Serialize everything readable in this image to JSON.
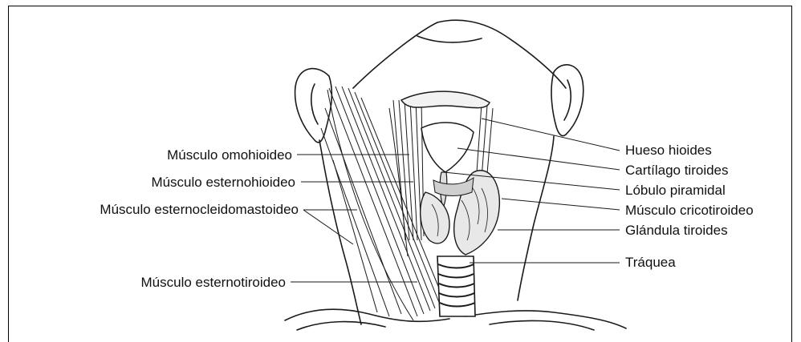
{
  "labels_left": [
    {
      "id": "omohioideo",
      "text": "Músculo omohioideo"
    },
    {
      "id": "esternohioideo",
      "text": "Músculo esternohioideo"
    },
    {
      "id": "esternocleidomastoideo",
      "text": "Músculo esternocleidomastoideo"
    },
    {
      "id": "esternotiroideo",
      "text": "Músculo esternotiroideo"
    }
  ],
  "labels_right": [
    {
      "id": "hioides",
      "text": "Hueso hioides"
    },
    {
      "id": "cartilago",
      "text": "Cartílago tiroides"
    },
    {
      "id": "lobulo",
      "text": "Lóbulo piramidal"
    },
    {
      "id": "cricotiroideo",
      "text": "Músculo cricotiroideo"
    },
    {
      "id": "glandula",
      "text": "Glándula tiroides"
    },
    {
      "id": "traquea",
      "text": "Tráquea"
    }
  ],
  "colors": {
    "ink": "#1a1a1a",
    "background": "#ffffff"
  }
}
